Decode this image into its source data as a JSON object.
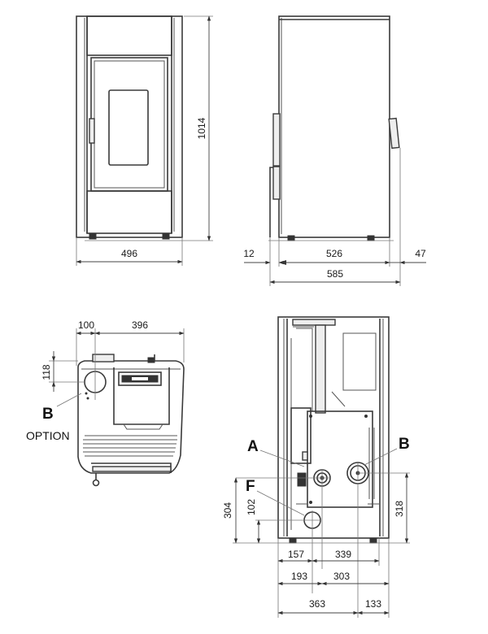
{
  "front_view": {
    "width_label": "496",
    "height_label": "1014"
  },
  "side_view": {
    "left_offset_label": "12",
    "depth_label": "526",
    "right_offset_label": "47",
    "total_depth_label": "585"
  },
  "top_view": {
    "offset_label": "100",
    "width_label": "396",
    "depth_label": "118",
    "option_letter": "B",
    "option_text": "OPTION"
  },
  "rear_view": {
    "label_a": "A",
    "label_b": "B",
    "label_f": "F",
    "height_304": "304",
    "height_102": "102",
    "height_318": "318",
    "dim_157": "157",
    "dim_339": "339",
    "dim_193": "193",
    "dim_303": "303",
    "dim_363": "363",
    "dim_133": "133"
  }
}
